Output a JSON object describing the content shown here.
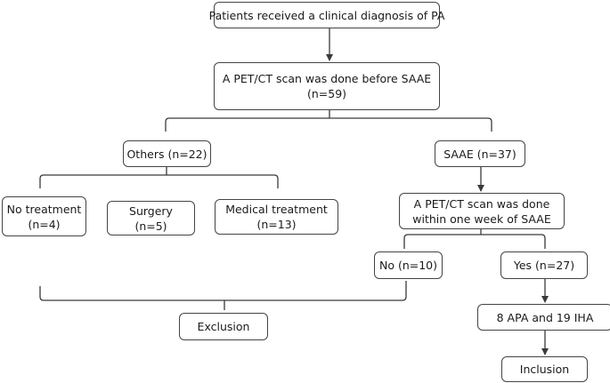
{
  "flowchart": {
    "diagnosis": "Patients received a clinical diagnosis of PA",
    "petct_before_line1": "A PET/CT scan was done before SAAE",
    "petct_before_line2": "(n=59)",
    "others": "Others (n=22)",
    "saae": "SAAE (n=37)",
    "no_treatment_line1": "No treatment",
    "no_treatment_line2": "(n=4)",
    "surgery_line1": "Surgery",
    "surgery_line2": "(n=5)",
    "medical_line1": "Medical treatment",
    "medical_line2": "(n=13)",
    "petct_within_line1": "A PET/CT scan was done",
    "petct_within_line2": "within one week of SAAE",
    "no": "No (n=10)",
    "yes": "Yes (n=27)",
    "exclusion": "Exclusion",
    "apa_iha": "8 APA and 19 IHA",
    "inclusion": "Inclusion"
  },
  "colors": {
    "line": "#3a3a3a",
    "border": "#444444"
  }
}
